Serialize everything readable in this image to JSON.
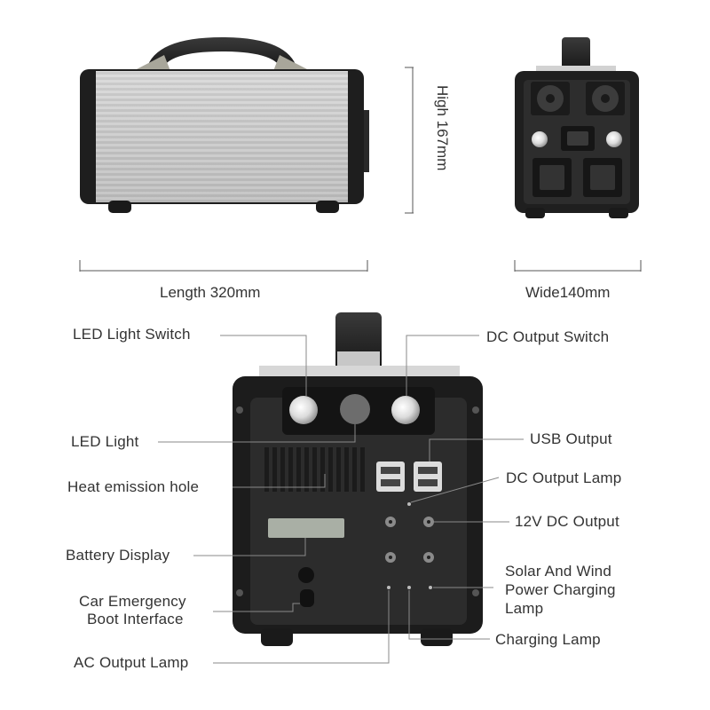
{
  "dimensions": {
    "length": "Length 320mm",
    "width": "Wide140mm",
    "height": "High 167mm"
  },
  "callouts": {
    "led_light_switch": "LED Light Switch",
    "led_light": "LED Light",
    "heat_emission_hole": "Heat emission hole",
    "battery_display": "Battery Display",
    "car_emergency_1": "Car Emergency",
    "car_emergency_2": "Boot Interface",
    "ac_output_lamp": "AC Output Lamp",
    "dc_output_switch": "DC Output Switch",
    "usb_output": "USB Output",
    "dc_output_lamp": "DC Output Lamp",
    "dc_12v_output": "12V DC Output",
    "solar_wind_1": "Solar And Wind",
    "solar_wind_2": "Power Charging",
    "solar_wind_3": "Lamp",
    "charging_lamp": "Charging Lamp"
  },
  "colors": {
    "body_dark": "#1e1e1e",
    "panel": "#2e2e2e",
    "silver": "#c9c9c9",
    "leader_line": "#8a8a8a"
  }
}
